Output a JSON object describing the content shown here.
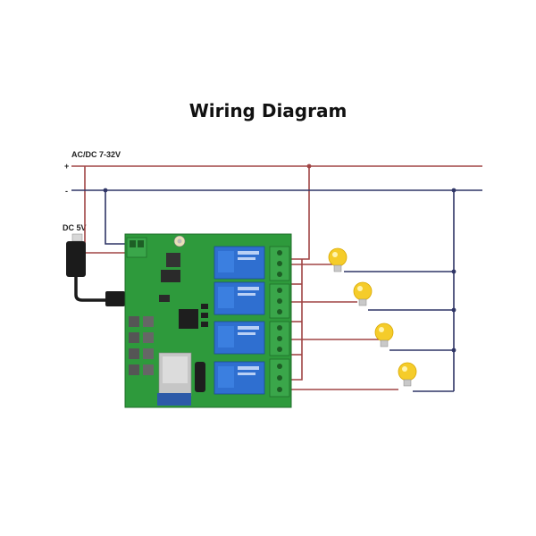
{
  "title": "Wiring Diagram",
  "labels": {
    "supply": "AC/DC 7-32V",
    "plus": "+",
    "minus": "-",
    "usb": "DC 5V"
  },
  "colors": {
    "positive_wire": "#a04545",
    "negative_wire": "#2f3566",
    "board": "#2e9a3c",
    "relay": "#2f6fd0",
    "terminal": "#3aa64a",
    "bulb": "#f5cc2a"
  },
  "icons": [
    "usb-cable-icon",
    "light-bulb-icon",
    "relay-module-icon"
  ]
}
